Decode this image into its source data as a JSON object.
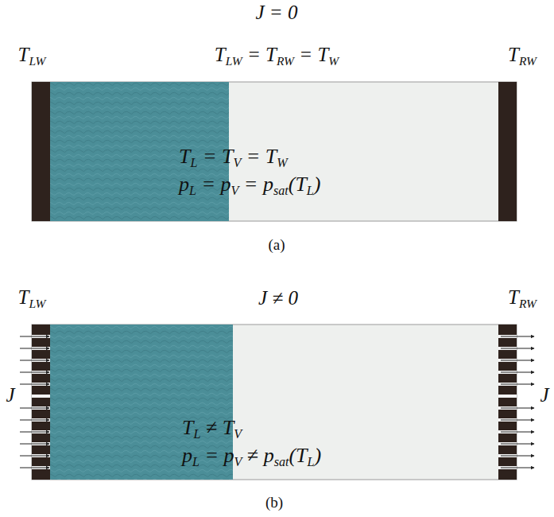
{
  "diagram": {
    "nodes": [
      {
        "text": [
          "TL = TV = TW",
          "pL = pV = psat(TL)"
        ]
      },
      {
        "text": [
          "TL ≠ TV",
          "pL = pV ≠ psat(TL)"
        ]
      }
    ],
    "labels": [
      "J = 0",
      "TLW",
      "TLW = TRW = TW",
      "TRW",
      "(a)",
      "TLW",
      "J ≠ 0",
      "TRW",
      "J",
      "J",
      "(b)"
    ]
  }
}
